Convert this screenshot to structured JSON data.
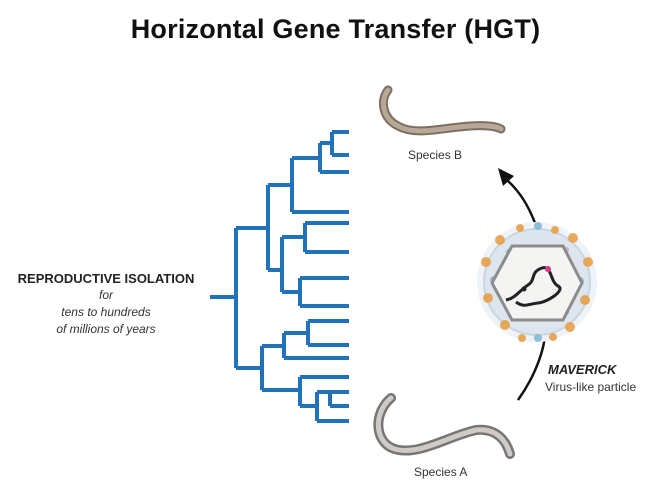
{
  "title": "Horizontal Gene Transfer (HGT)",
  "reproductive_isolation": {
    "heading": "REPRODUCTIVE ISOLATION",
    "line1": "for",
    "line2": "tens to hundreds",
    "line3": "of millions of years"
  },
  "species_b": "Species B",
  "species_a": "Species A",
  "maverick": {
    "name": "MAVERICK",
    "description": "Virus-like particle"
  },
  "colors": {
    "tree": "#2172b8",
    "worm": "#9e8f82",
    "arrow": "#111111",
    "capsid": "#b9cfdf"
  }
}
